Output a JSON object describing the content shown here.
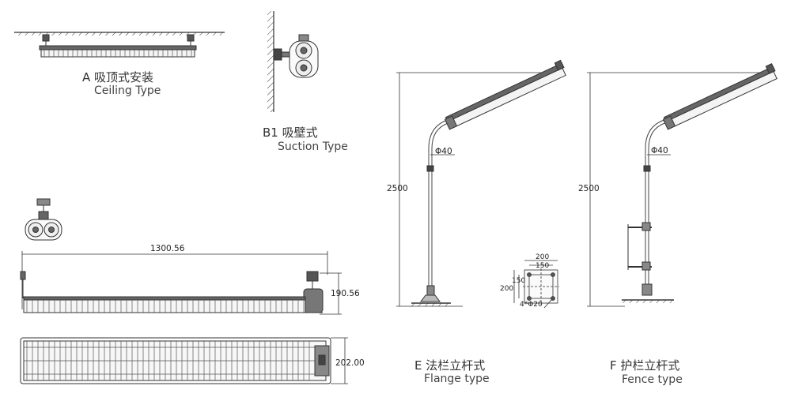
{
  "labels": {
    "a_cn": "A 吸顶式安装",
    "a_en": "Ceiling  Type",
    "b_cn": "B1 吸壁式",
    "b_en": "Suction Type",
    "e_cn": "E 法栏立杆式",
    "e_en": "Flange type",
    "f_cn": "F 护栏立杆式",
    "f_en": "Fence type"
  },
  "dimensions": {
    "length": "1300.56",
    "height": "190.56",
    "width": "202.00",
    "pole_height_e": "2500",
    "pole_height_f": "2500",
    "pole_dia_e": "Φ40",
    "pole_dia_f": "Φ40",
    "flange_outer": "200",
    "flange_inner": "150",
    "flange_side_outer": "200",
    "flange_side_inner": "150",
    "flange_holes": "4*Φ20"
  }
}
